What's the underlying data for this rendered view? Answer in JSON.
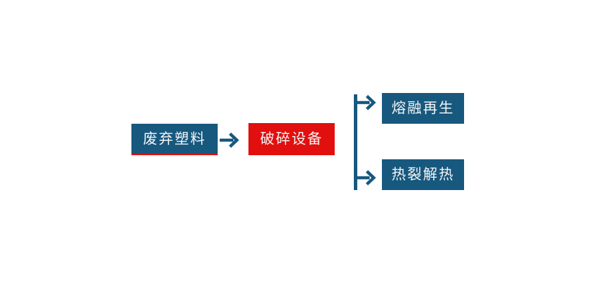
{
  "diagram": {
    "nodes": [
      {
        "id": "waste",
        "label": "废弃塑料",
        "bg": "#17587e",
        "underline": "#e1100f",
        "text_color": "#f5f5f5"
      },
      {
        "id": "crush",
        "label": "破碎设备",
        "bg": "#e1100f",
        "text_color": "#f5f5f5"
      },
      {
        "id": "melt",
        "label": "熔融再生",
        "bg": "#17587e",
        "text_color": "#f5f5f5"
      },
      {
        "id": "pyrolysis",
        "label": "热裂解热",
        "bg": "#17587e",
        "text_color": "#f5f5f5"
      }
    ],
    "connectors": [
      {
        "from": "waste",
        "to": "crush",
        "type": "arrow-right"
      },
      {
        "from": "crush",
        "to": "melt",
        "type": "branch-arrow-right"
      },
      {
        "from": "crush",
        "to": "pyrolysis",
        "type": "branch-arrow-right"
      }
    ],
    "colors": {
      "blue": "#17587e",
      "red": "#e1100f",
      "text": "#f5f5f5",
      "background": "#ffffff"
    }
  }
}
